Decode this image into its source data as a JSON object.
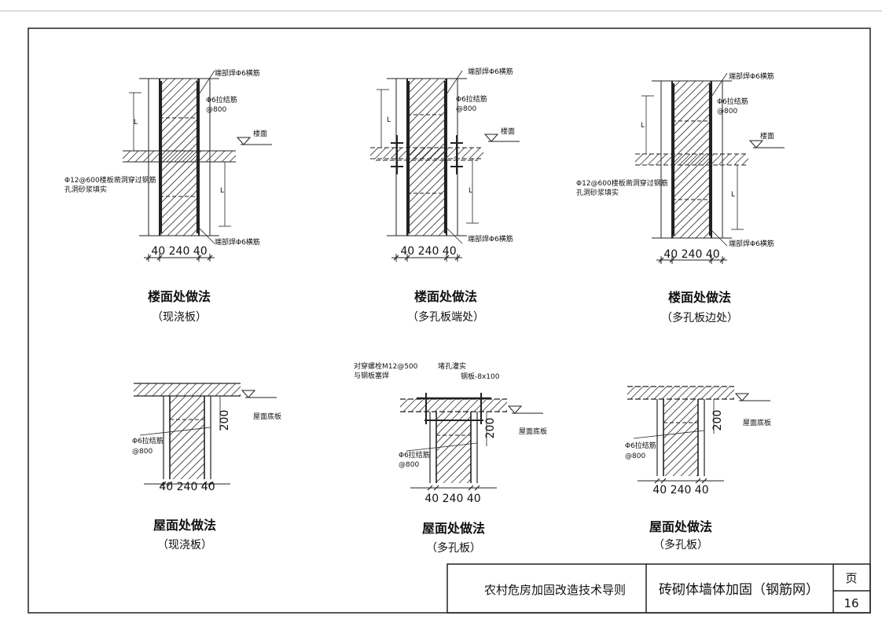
{
  "details": [
    {
      "title": "楼面处做法",
      "subtitle": "（现浇板）",
      "top_note": "端部焊Φ6横筋",
      "tie": "Φ6拉结筋",
      "tie_spacing": "@800",
      "floor": "楼面",
      "hole_note_1": "Φ12@600楼板凿洞穿过钢筋",
      "hole_note_2": "孔洞砂浆填实",
      "bottom_note": "端部焊Φ6横筋",
      "dims": "40 240 40",
      "len": "L"
    },
    {
      "title": "楼面处做法",
      "subtitle": "（多孔板端处）",
      "top_note": "端部焊Φ6横筋",
      "tie": "Φ6拉结筋",
      "tie_spacing": "@800",
      "floor": "楼面",
      "bottom_note": "端部焊Φ6横筋",
      "dims": "40 240 40",
      "len": "L"
    },
    {
      "title": "楼面处做法",
      "subtitle": "（多孔板边处）",
      "top_note": "端部焊Φ6横筋",
      "tie": "Φ6拉结筋",
      "tie_spacing": "@800",
      "floor": "楼面",
      "hole_note_1": "Φ12@600楼板凿洞穿过钢筋",
      "hole_note_2": "孔洞砂浆填实",
      "bottom_note": "端部焊Φ6横筋",
      "dims": "40 240 40",
      "len": "L"
    },
    {
      "title": "屋面处做法",
      "subtitle": "（现浇板）",
      "tie": "Φ6拉结筋",
      "tie_spacing": "@800",
      "roof": "屋面底板",
      "height": "200",
      "dims": "40 240 40"
    },
    {
      "title": "屋面处做法",
      "subtitle": "（多孔板）",
      "tie": "Φ6拉结筋",
      "tie_spacing": "@800",
      "roof": "屋面底板",
      "height": "200",
      "dims": "40 240 40",
      "bolt_note_1": "对穿螺栓M12@500",
      "bolt_note_2": "与钢板塞焊",
      "fill_note": "堵孔灌实",
      "plate_note": "钢板-8x100"
    },
    {
      "title": "屋面处做法",
      "subtitle": "（多孔板）",
      "tie": "Φ6拉结筋",
      "tie_spacing": "@800",
      "roof": "屋面底板",
      "height": "200",
      "dims": "40 240 40"
    }
  ],
  "title_block": {
    "guide": "农村危房加固改造技术导则",
    "drawing_title": "砖砌体墙体加固（钢筋网）",
    "page_label": "页",
    "page_number": "16"
  }
}
